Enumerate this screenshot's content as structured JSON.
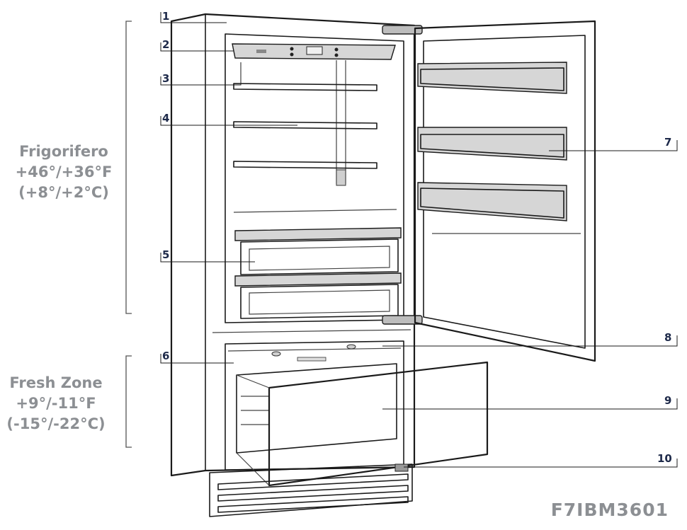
{
  "zones": {
    "fridge": {
      "name": "Frigorifero",
      "temp_f": "+46°/+36°F",
      "temp_c": "(+8°/+2°C)"
    },
    "fresh": {
      "name": "Fresh Zone",
      "temp_f": "+9°/-11°F",
      "temp_c": "(-15°/-22°C)"
    }
  },
  "callouts": [
    "1",
    "2",
    "3",
    "4",
    "5",
    "6",
    "7",
    "8",
    "9",
    "10"
  ],
  "model": "F7IBM3601"
}
